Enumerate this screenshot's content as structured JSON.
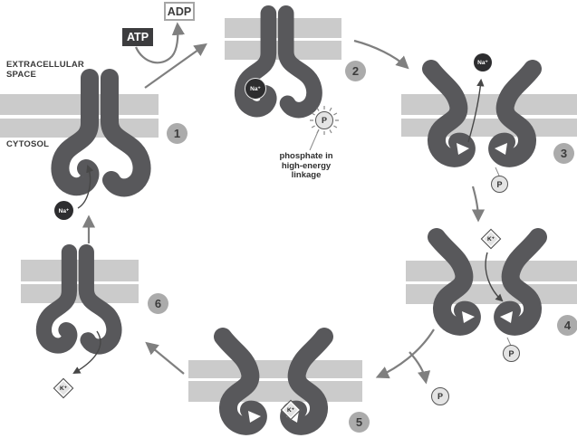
{
  "diagram": {
    "region_labels": {
      "extracellular_line1": "EXTRACELLULAR",
      "extracellular_line2": "SPACE",
      "cytosol": "CYTOSOL"
    },
    "molecules": {
      "atp": "ATP",
      "adp": "ADP"
    },
    "ions": {
      "sodium": "Na⁺",
      "potassium": "K⁺",
      "phosphate": "P"
    },
    "annotation": {
      "line1": "phosphate in",
      "line2": "high-energy",
      "line3": "linkage"
    },
    "stages": [
      "1",
      "2",
      "3",
      "4",
      "5",
      "6"
    ],
    "colors": {
      "pump": "#58585b",
      "membrane": "#cbcbcb",
      "arrow": "#7f7f7f",
      "badge": "#ababab",
      "sodium_ball": "#2d2d2f",
      "atp_box": "#3c3c3e"
    }
  }
}
